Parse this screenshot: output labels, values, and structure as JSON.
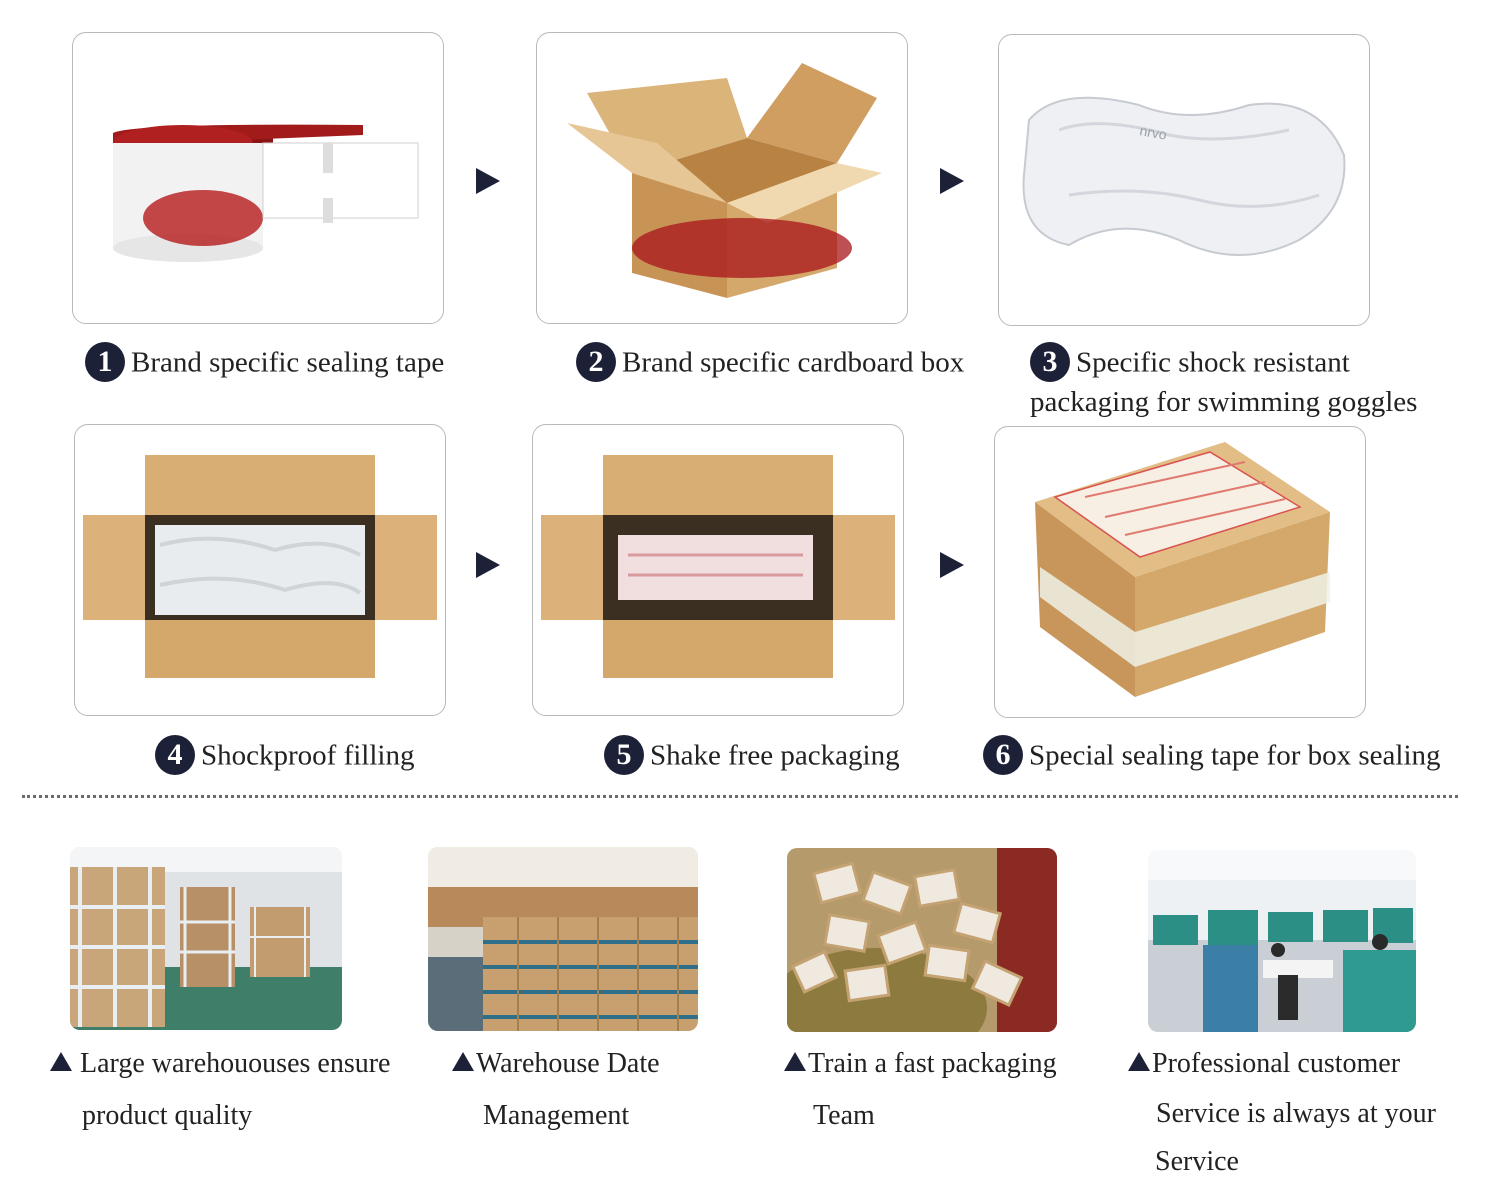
{
  "steps": [
    {
      "number": "1",
      "label": "Brand specific sealing tape"
    },
    {
      "number": "2",
      "label": "Brand specific cardboard box"
    },
    {
      "number": "3",
      "label": "Specific shock resistant packaging for swimming goggles"
    },
    {
      "number": "4",
      "label": "Shockproof filling"
    },
    {
      "number": "5",
      "label": "Shake free packaging"
    },
    {
      "number": "6",
      "label": "Special sealing tape for box sealing"
    }
  ],
  "features": [
    {
      "line1": "Large warehououses ensure",
      "line2": "product quality",
      "line3": ""
    },
    {
      "line1": "Warehouse Date",
      "line2": "Management",
      "line3": ""
    },
    {
      "line1": "Train a fast packaging",
      "line2": "Team",
      "line3": ""
    },
    {
      "line1": "Professional customer",
      "line2": "Service is always at your",
      "line3": "Service"
    }
  ],
  "colors": {
    "accent": "#1d2138",
    "frame": "#b9b9b9",
    "cardboard": "#d4a86a"
  },
  "icons": [
    "step-arrow-icon",
    "bullet-triangle-icon",
    "step-number-badge"
  ]
}
